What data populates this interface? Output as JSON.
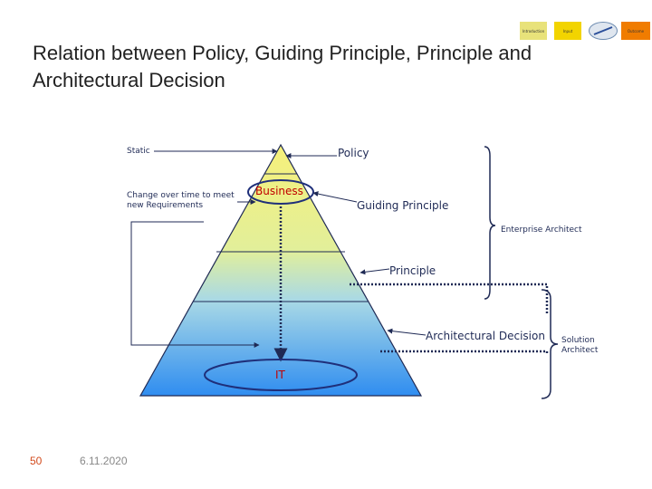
{
  "header": {
    "title": "Relation between Policy, Guiding Principle, Principle and Architectural Decision",
    "nav_steps": [
      "Introduction",
      "Input",
      "",
      "Outcome"
    ]
  },
  "diagram": {
    "left_labels": {
      "static": "Static",
      "change": "Change over time to meet new Requirements"
    },
    "layers": {
      "policy": "Policy",
      "business": "Business",
      "guiding_principle": "Guiding Principle",
      "principle": "Principle",
      "architectural_decision": "Architectural Decision",
      "it": "IT"
    },
    "roles": {
      "enterprise_architect": "Enterprise Architect",
      "solution_architect": "Solution Architect"
    },
    "colors": {
      "pyramid_top": "#f6f07a",
      "pyramid_bottom": "#2f8df0",
      "arrow": "#1f2a55",
      "accent_red": "#c00000",
      "ellipse_stroke": "#1f2f7a"
    }
  },
  "footer": {
    "page_number": "50",
    "date": "6.11.2020"
  }
}
